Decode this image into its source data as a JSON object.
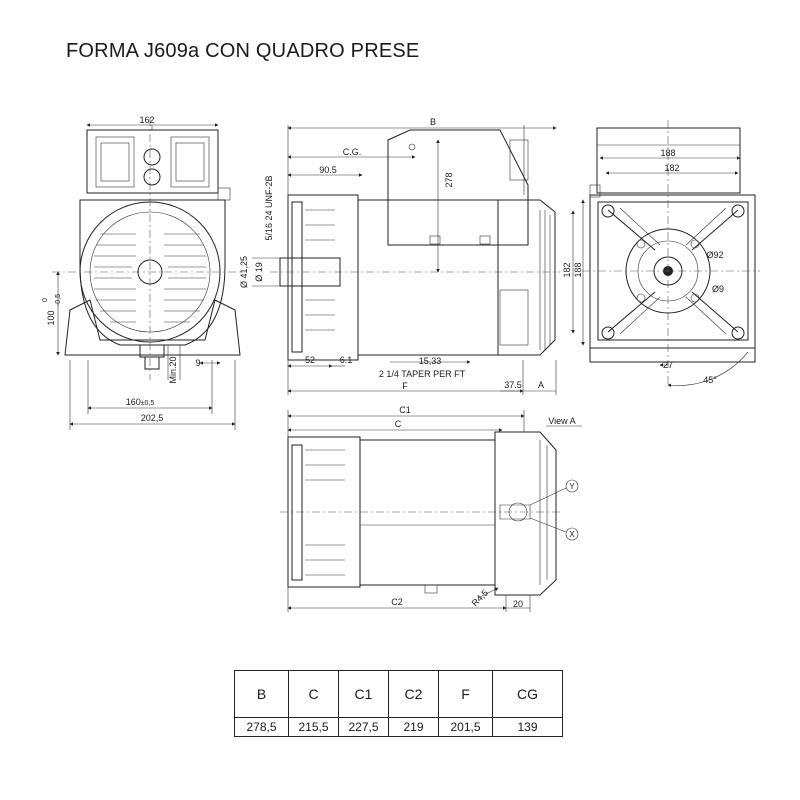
{
  "title": "FORMA J609a CON QUADRO PRESE",
  "view_label": "View A",
  "front_view": {
    "dims": {
      "w162": "162",
      "h100": "100",
      "tol100a": "0",
      "tol100b": "-0,5",
      "min20": "Min.20",
      "d9": "9",
      "w160": "160",
      "tol160": "±0,5",
      "w202": "202,5"
    }
  },
  "side_view": {
    "dims": {
      "B": "B",
      "CG": "C.G.",
      "d905": "90.5",
      "d278": "278",
      "thread": "5/16 24 UNF-2B",
      "dia4125": "Ø 41,25",
      "dia19": "Ø 19",
      "d52": "52",
      "d61": "6.1",
      "d1533": "15,33",
      "taper": "2 1/4 TAPER PER FT",
      "F": "F",
      "d375": "37.5",
      "A": "A"
    }
  },
  "right_view": {
    "dims": {
      "d188": "188",
      "d182": "182",
      "v182": "182",
      "v188": "188",
      "dia92": "Ø92",
      "dia9": "Ø9",
      "d27": "27",
      "ang45": "45°"
    }
  },
  "bottom_view": {
    "dims": {
      "C1": "C1",
      "C": "C",
      "C2": "C2",
      "R45": "R4,5",
      "d20": "20",
      "Y": "Y",
      "X": "X"
    }
  },
  "table": {
    "headers": [
      "B",
      "C",
      "C1",
      "C2",
      "F",
      "CG"
    ],
    "values": [
      "278,5",
      "215,5",
      "227,5",
      "219",
      "201,5",
      "139"
    ]
  }
}
